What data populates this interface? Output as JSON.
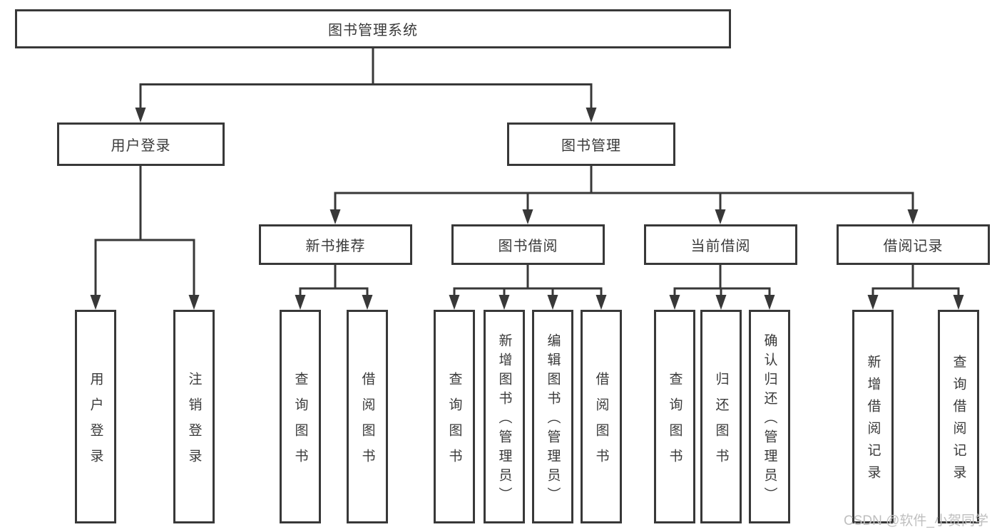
{
  "colors": {
    "line": "#383838",
    "text": "#3a3a3a",
    "watermark": "#bfbfbf",
    "background": "#ffffff"
  },
  "watermark": {
    "text": "CSDN @软件_小贺同学"
  },
  "tree": {
    "root": {
      "label": "图书管理系统"
    },
    "children": [
      {
        "label": "用户登录",
        "children": [
          {
            "label": "用户登录"
          },
          {
            "label": "注销登录"
          }
        ]
      },
      {
        "label": "图书管理",
        "children": [
          {
            "label": "新书推荐",
            "children": [
              {
                "label": "查询图书"
              },
              {
                "label": "借阅图书"
              }
            ]
          },
          {
            "label": "图书借阅",
            "children": [
              {
                "label": "查询图书"
              },
              {
                "label": "新增图书（管理员）"
              },
              {
                "label": "编辑图书（管理员）"
              },
              {
                "label": "借阅图书"
              }
            ]
          },
          {
            "label": "当前借阅",
            "children": [
              {
                "label": "查询图书"
              },
              {
                "label": "归还图书"
              },
              {
                "label": "确认归还（管理员）"
              }
            ]
          },
          {
            "label": "借阅记录",
            "children": [
              {
                "label": "新增借阅记录"
              },
              {
                "label": "查询借阅记录"
              }
            ]
          }
        ]
      }
    ]
  }
}
